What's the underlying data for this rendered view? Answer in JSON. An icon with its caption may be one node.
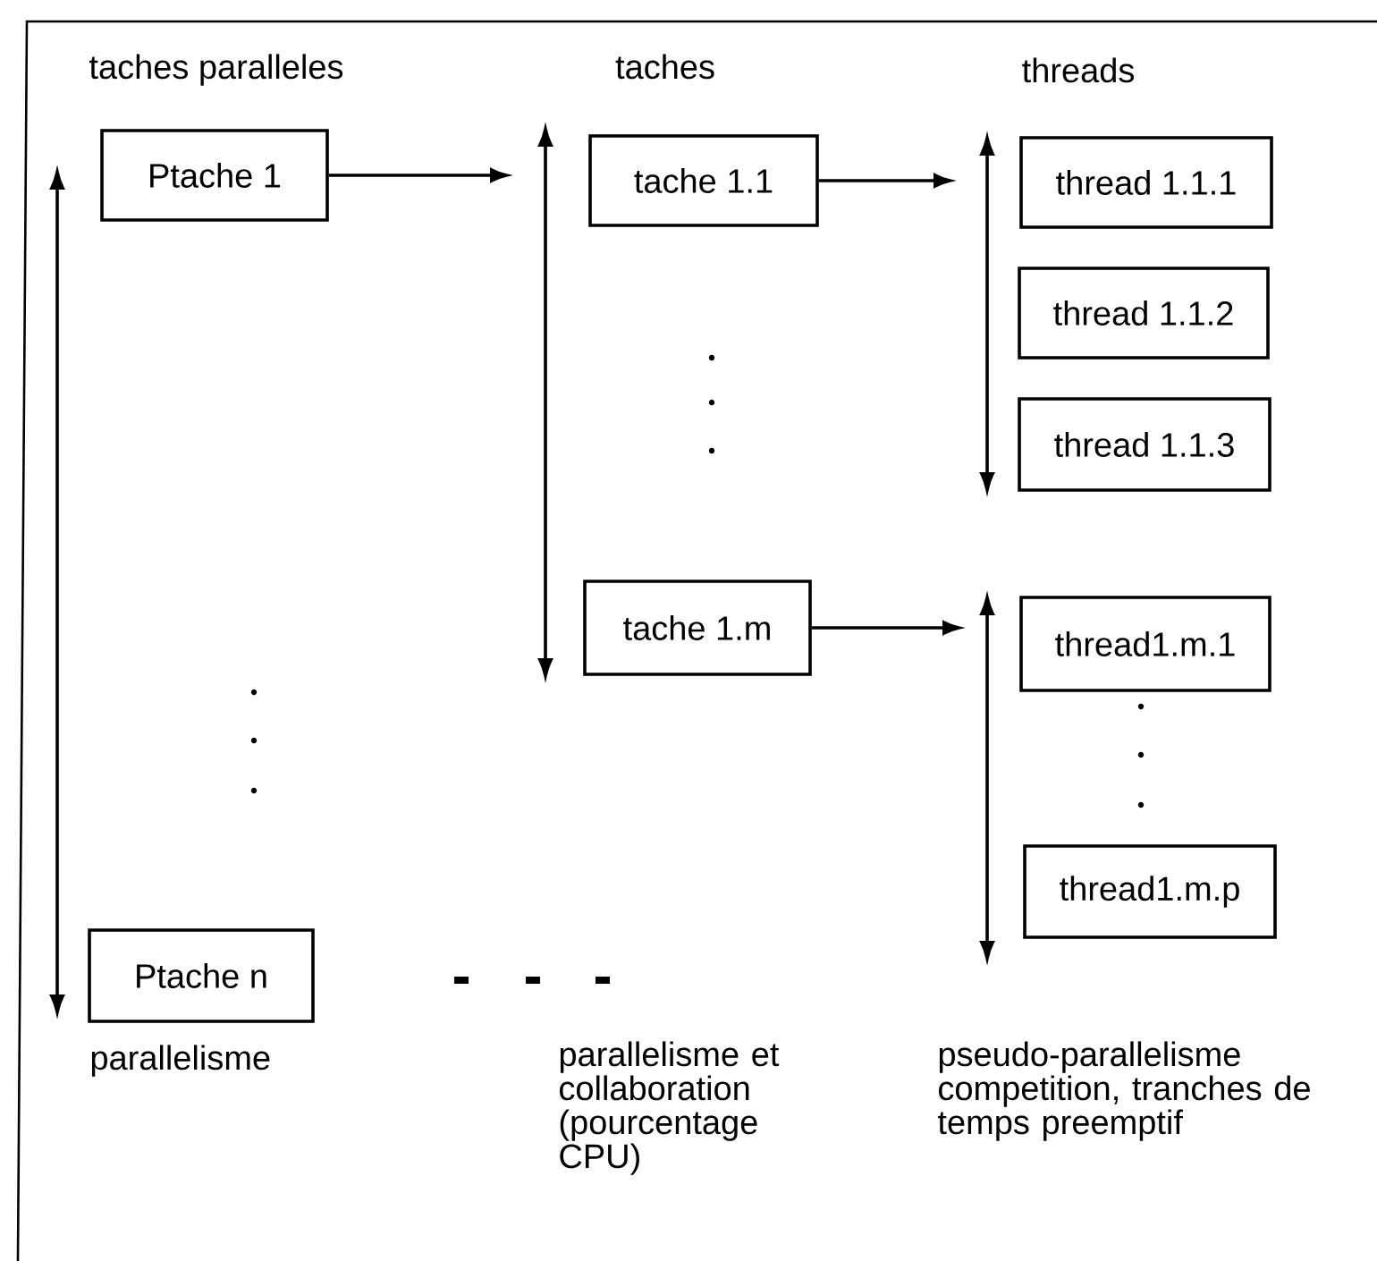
{
  "diagram": {
    "nodes": [
      {
        "text": [
          "Ptache 1"
        ]
      },
      {
        "text": [
          "tache 1.1"
        ]
      },
      {
        "text": [
          "thread 1.1.1"
        ]
      },
      {
        "text": [
          "thread 1.1.2"
        ]
      },
      {
        "text": [
          "thread 1.1.3"
        ]
      },
      {
        "text": [
          "tache 1.m"
        ]
      },
      {
        "text": [
          "thread1.m.1"
        ]
      },
      {
        "text": [
          "thread1.m.p"
        ]
      },
      {
        "text": [
          "Ptache n"
        ]
      }
    ],
    "edges": [
      {
        "from": 0,
        "to": null,
        "arrow": "to"
      },
      {
        "from": 1,
        "to": null,
        "arrow": "to"
      },
      {
        "from": 5,
        "to": null,
        "arrow": "to"
      }
    ],
    "labels": [
      "taches paralleles",
      "taches",
      "threads",
      "parallelisme",
      "parallelisme et collaboration (pourcentage CPU)",
      "pseudo-parallelisme competition, tranches de temps preemptif"
    ]
  }
}
